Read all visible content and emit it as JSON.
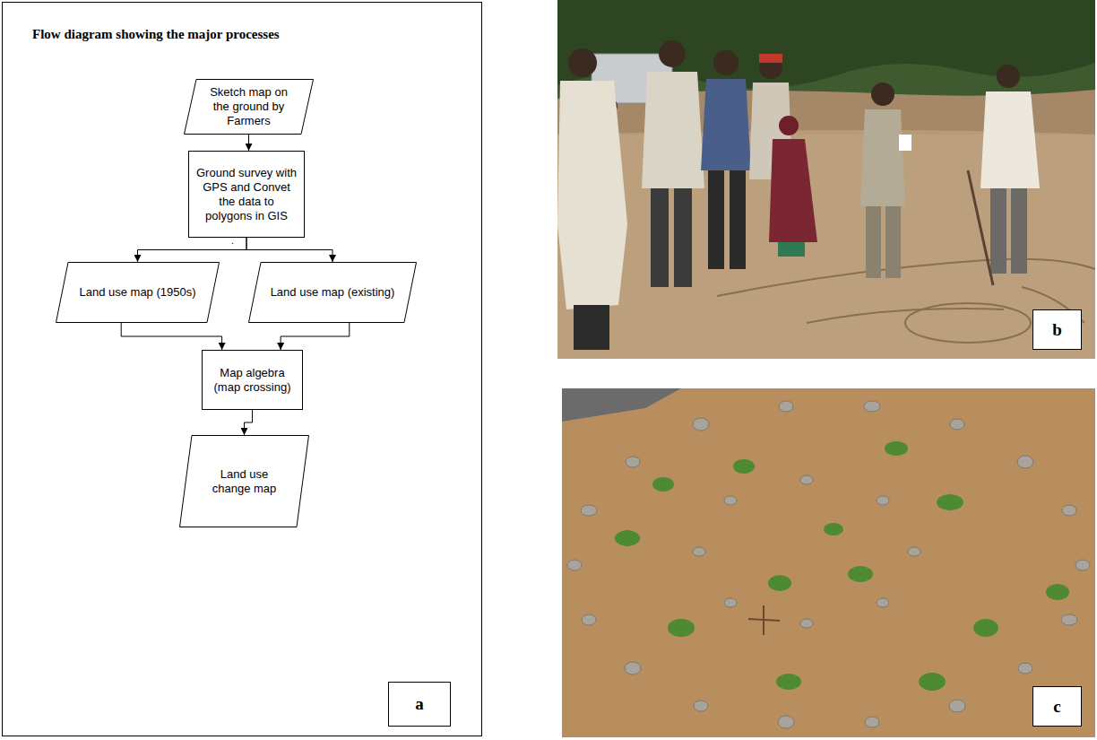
{
  "diagram": {
    "title": "Flow diagram showing the major processes",
    "nodes": [
      {
        "text": [
          "Sketch map on the ground by Farmers"
        ]
      },
      {
        "text": [
          "Ground survey with GPS and Convet the data to polygons in GIS"
        ]
      },
      {
        "text": [
          "Land use map (1950s)"
        ]
      },
      {
        "text": [
          "Land use map (existing)"
        ]
      },
      {
        "text": [
          "Map algebra (map crossing)"
        ]
      },
      {
        "text": [
          "Land use change map"
        ]
      },
      {
        "text": [
          "a"
        ]
      },
      {
        "text": [
          "b"
        ]
      },
      {
        "text": [
          "c"
        ]
      }
    ],
    "edges": [
      {
        "from": 0,
        "to": 1,
        "arrow": "to"
      },
      {
        "from": 1,
        "to": 2,
        "arrow": "to"
      },
      {
        "from": 1,
        "to": 3,
        "arrow": "to"
      },
      {
        "from": 2,
        "to": 4,
        "arrow": "to"
      },
      {
        "from": 3,
        "to": 4,
        "arrow": "to"
      },
      {
        "from": 4,
        "to": 5,
        "arrow": "to"
      }
    ],
    "labels": [
      "."
    ]
  }
}
